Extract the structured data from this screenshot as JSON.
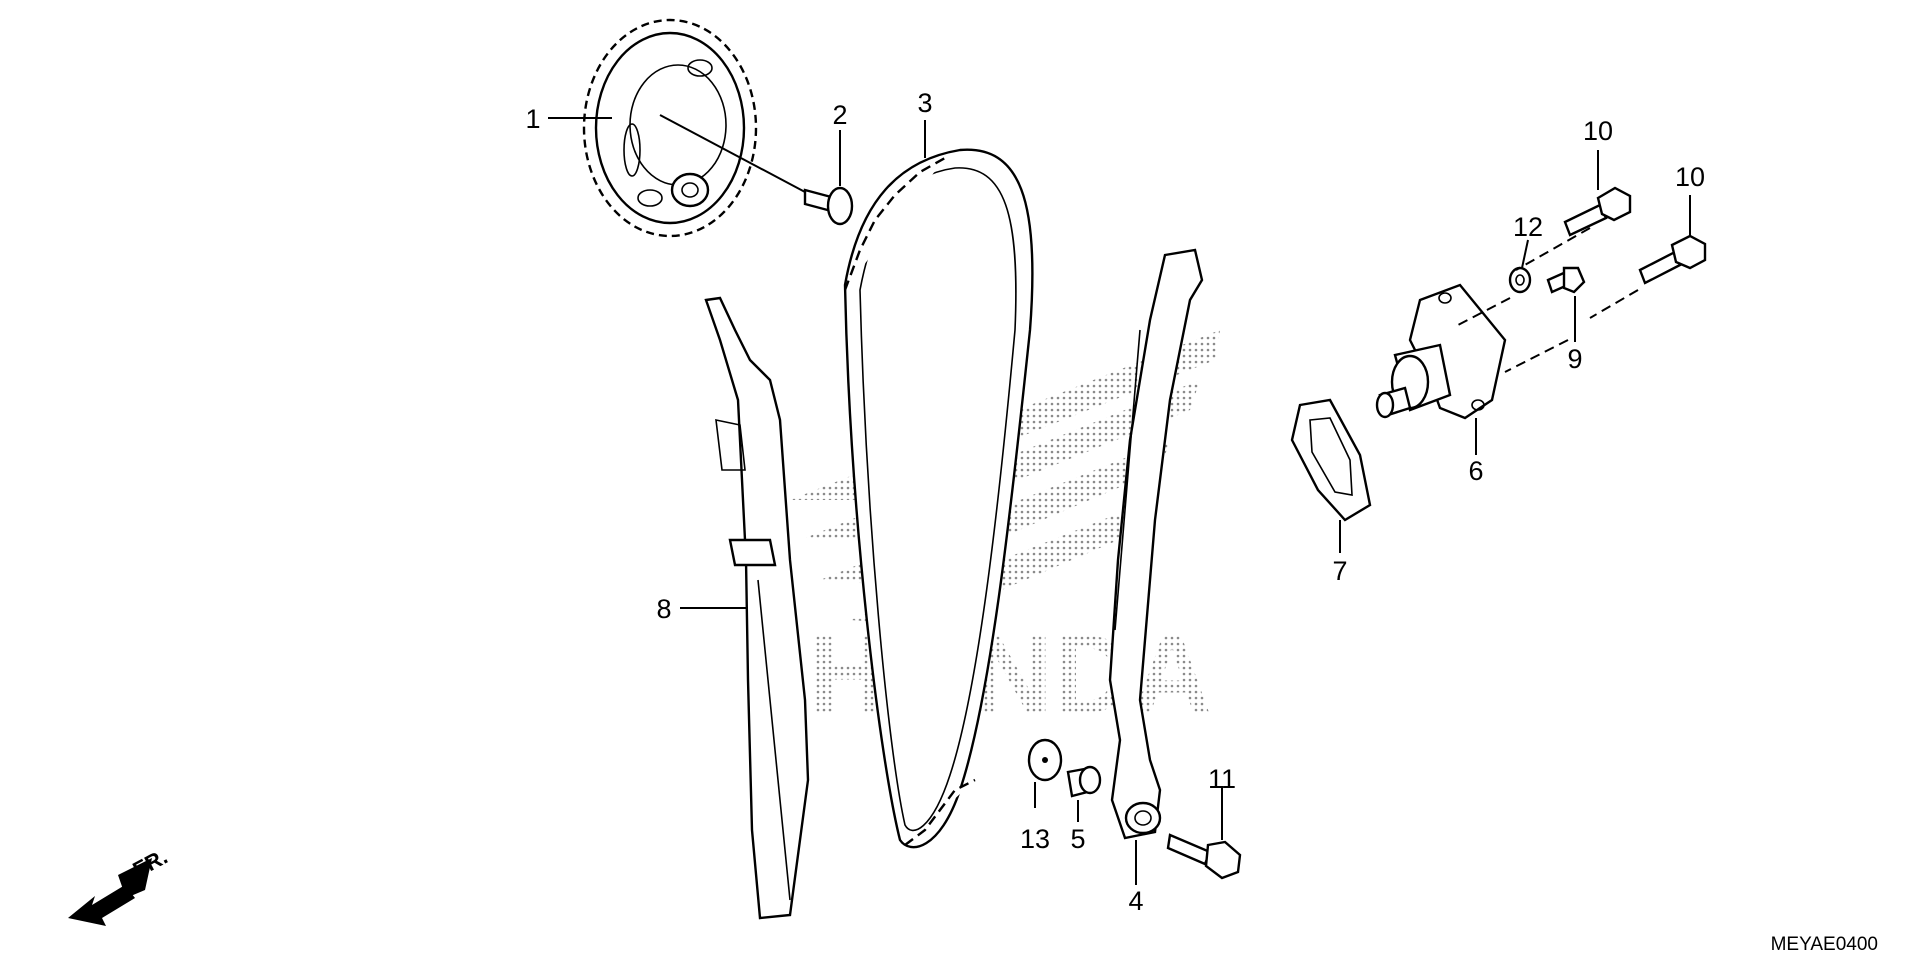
{
  "diagram_code": "MEYAE0400",
  "front_arrow_label": "FR.",
  "watermark": "HONDA",
  "callouts": {
    "c1": "1",
    "c2": "2",
    "c3": "3",
    "c4": "4",
    "c5": "5",
    "c6": "6",
    "c7": "7",
    "c8": "8",
    "c9": "9",
    "c10a": "10",
    "c10b": "10",
    "c11": "11",
    "c12": "12",
    "c13": "13"
  },
  "parts": {
    "p1": "cam-sprocket",
    "p2": "sprocket-bolt",
    "p3": "cam-chain",
    "p4": "tensioner-arm",
    "p5": "pivot-collar",
    "p6": "chain-tensioner-lifter",
    "p7": "lifter-gasket",
    "p8": "chain-guide",
    "p9": "sealing-bolt",
    "p10": "flange-bolt",
    "p11": "pivot-bolt",
    "p12": "washer",
    "p13": "pivot-washer"
  }
}
